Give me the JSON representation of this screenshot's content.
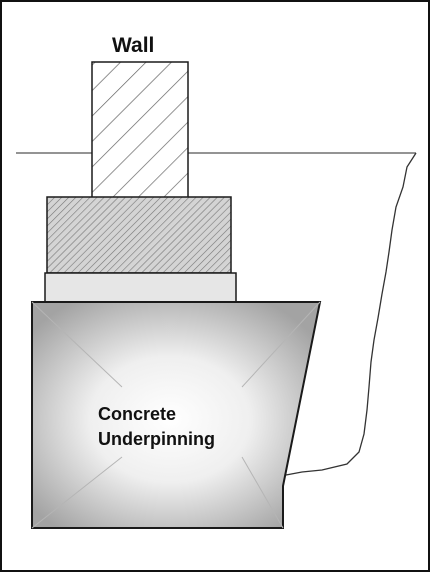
{
  "labels": {
    "wall": "Wall",
    "underpinning_line1": "Concrete",
    "underpinning_line2": "Underpinning"
  },
  "colors": {
    "outline": "#1a1a1a",
    "ground_line": "#555555",
    "hatch": "#555555",
    "footing_fill": "#cfcfcf",
    "pad_fill": "#e6e6e6",
    "concrete_light": "#ffffff",
    "concrete_dark": "#9a9a9a"
  }
}
